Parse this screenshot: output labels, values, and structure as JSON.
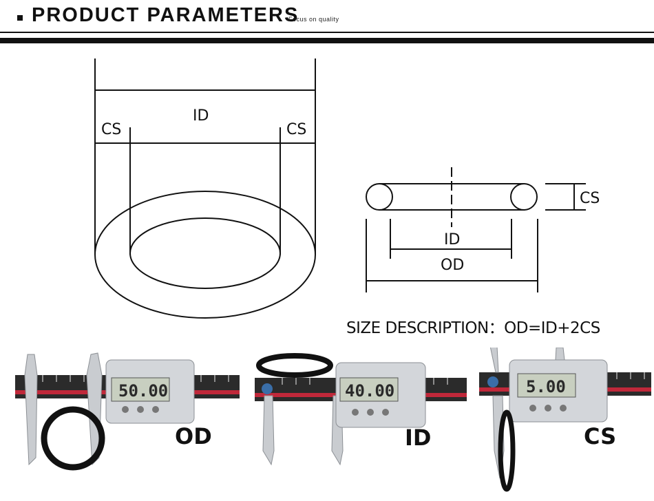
{
  "header": {
    "title": "PRODUCT PARAMETERS",
    "subtitle": "Focus on quality"
  },
  "diagram": {
    "large_ring": {
      "label_id": "ID",
      "label_cs_left": "CS",
      "label_cs_right": "CS"
    },
    "cross_section": {
      "label_cs": "CS",
      "label_id": "ID",
      "label_od": "OD"
    }
  },
  "formula": "SIZE DESCRIPTION：OD=ID+2CS",
  "measurements": [
    {
      "label": "OD",
      "reading": "50.00"
    },
    {
      "label": "ID",
      "reading": "40.00"
    },
    {
      "label": "CS",
      "reading": "5.00"
    }
  ],
  "colors": {
    "ink": "#111111",
    "caliper_steel": "#c9ccd0",
    "caliper_scale": "#2b2b2b",
    "lcd": "#c8cfc0",
    "scale_stripe": "#c0283a"
  }
}
